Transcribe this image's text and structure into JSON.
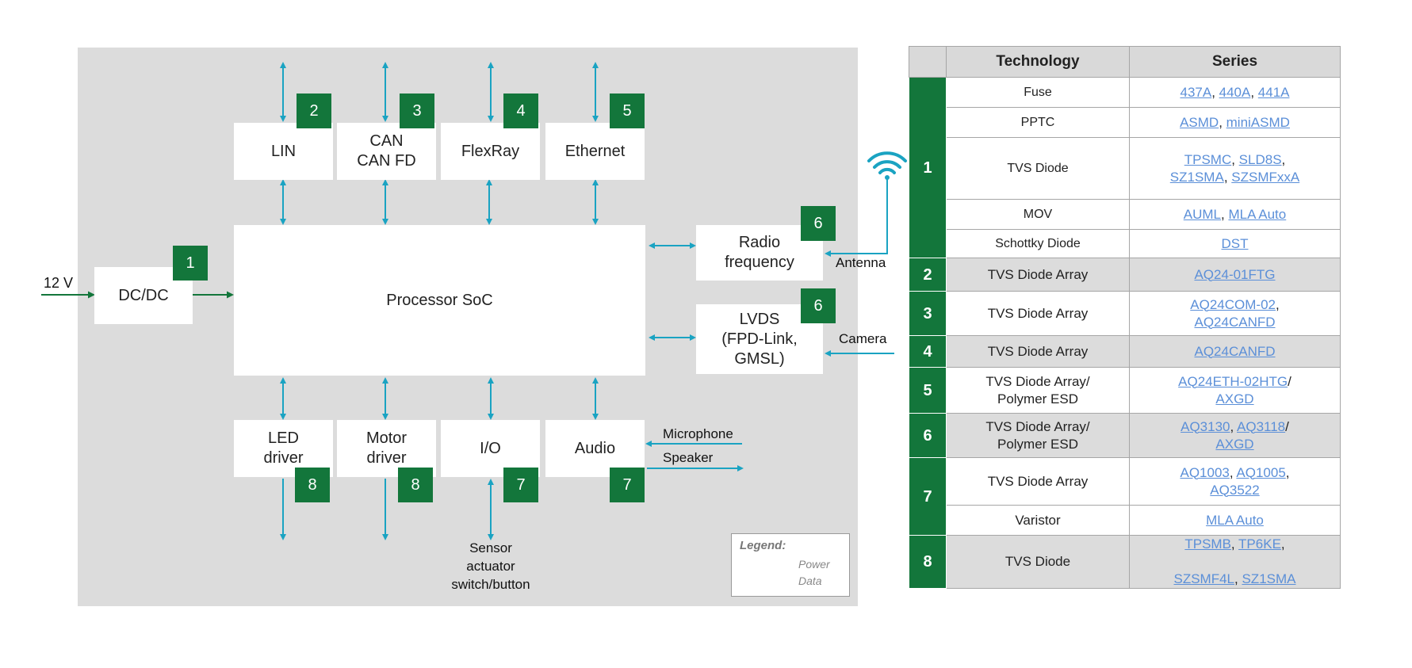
{
  "diagram": {
    "input_label": "12 V",
    "blocks": {
      "dcdc": {
        "label": "DC/DC",
        "badge": "1"
      },
      "lin": {
        "label": "LIN",
        "badge": "2"
      },
      "can": {
        "label": "CAN\nCAN FD",
        "line1": "CAN",
        "line2": "CAN FD",
        "badge": "3"
      },
      "flexray": {
        "label": "FlexRay",
        "badge": "4"
      },
      "ethernet": {
        "label": "Ethernet",
        "badge": "5"
      },
      "soc": {
        "label": "Processor SoC"
      },
      "radio": {
        "line1": "Radio",
        "line2": "frequency",
        "badge": "6"
      },
      "lvds": {
        "line1": "LVDS",
        "line2": "(FPD-Link,",
        "line3": "GMSL)",
        "badge": "6"
      },
      "led": {
        "line1": "LED",
        "line2": "driver",
        "badge": "8"
      },
      "motor": {
        "line1": "Motor",
        "line2": "driver",
        "badge": "8"
      },
      "io": {
        "label": "I/O",
        "badge": "7"
      },
      "audio": {
        "label": "Audio",
        "badge": "7"
      }
    },
    "external_labels": {
      "antenna": "Antenna",
      "camera": "Camera",
      "microphone": "Microphone",
      "speaker": "Speaker",
      "sensor_line1": "Sensor",
      "sensor_line2": "actuator",
      "sensor_line3": "switch/button"
    },
    "legend": {
      "title": "Legend:",
      "power": "Power",
      "data": "Data"
    },
    "colors": {
      "power": "#13763b",
      "data": "#1aa3c2",
      "badge": "#13763b"
    }
  },
  "table": {
    "headers": {
      "technology": "Technology",
      "series": "Series"
    },
    "groups": [
      {
        "num": "1",
        "rows": [
          {
            "technology": "Fuse",
            "series": [
              "437A",
              "440A",
              "441A"
            ]
          },
          {
            "technology": "PPTC",
            "series": [
              "ASMD",
              "miniASMD"
            ]
          },
          {
            "technology": "TVS Diode",
            "series": [
              "TPSMC",
              "SLD8S",
              "SZ1SMA",
              "SZSMFxxA"
            ]
          },
          {
            "technology": "MOV",
            "series": [
              "AUML",
              "MLA Auto"
            ]
          },
          {
            "technology": "Schottky Diode",
            "series": [
              "DST"
            ]
          }
        ]
      },
      {
        "num": "2",
        "rows": [
          {
            "technology": "TVS Diode Array",
            "series": [
              "AQ24-01FTG"
            ]
          }
        ]
      },
      {
        "num": "3",
        "rows": [
          {
            "technology": "TVS Diode Array",
            "series": [
              "AQ24COM-02",
              "AQ24CANFD"
            ]
          }
        ]
      },
      {
        "num": "4",
        "rows": [
          {
            "technology": "TVS Diode Array",
            "series": [
              "AQ24CANFD"
            ]
          }
        ]
      },
      {
        "num": "5",
        "rows": [
          {
            "technology": "TVS Diode Array/ Polymer ESD",
            "tech_line1": "TVS Diode Array/",
            "tech_line2": "Polymer ESD",
            "series": [
              "AQ24ETH-02HTG",
              "AXGD"
            ]
          }
        ]
      },
      {
        "num": "6",
        "rows": [
          {
            "technology": "TVS Diode Array/ Polymer ESD",
            "tech_line1": "TVS Diode Array/",
            "tech_line2": "Polymer ESD",
            "series": [
              "AQ3130",
              "AQ3118",
              "AXGD"
            ]
          }
        ]
      },
      {
        "num": "7",
        "rows": [
          {
            "technology": "TVS Diode Array",
            "series": [
              "AQ1003",
              "AQ1005",
              "AQ3522"
            ]
          },
          {
            "technology": "Varistor",
            "series": [
              "MLA Auto"
            ]
          }
        ]
      },
      {
        "num": "8",
        "rows": [
          {
            "technology": "TVS Diode",
            "series": [
              "TPSMB",
              "TP6KE",
              "SZSMF4L",
              "SZ1SMA"
            ]
          }
        ]
      }
    ]
  }
}
